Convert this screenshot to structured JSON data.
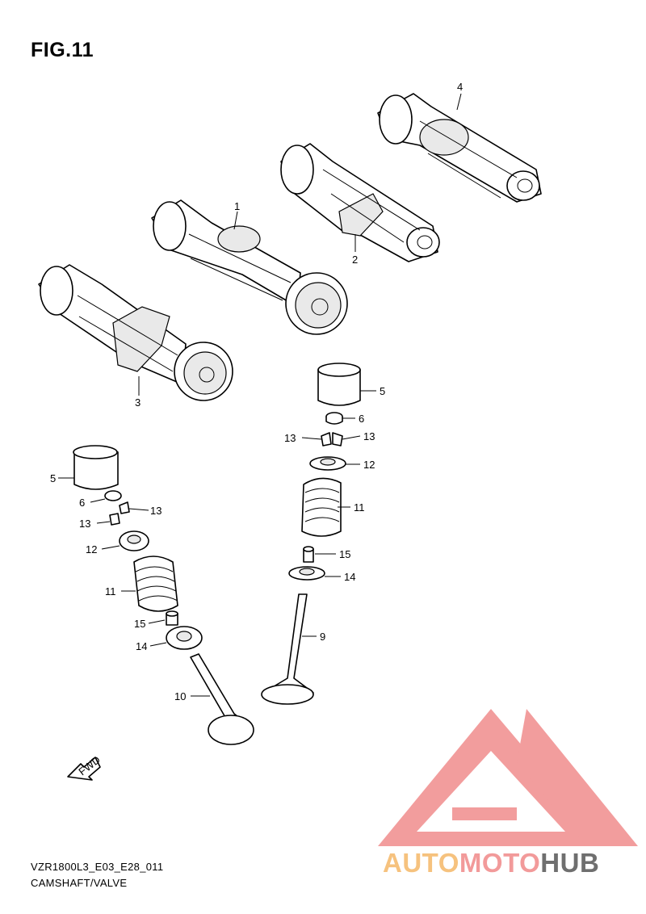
{
  "figure": {
    "title": "FIG.11"
  },
  "footer": {
    "model_code": "VZR1800L3_E03_E28_011",
    "caption": "CAMSHAFT/VALVE"
  },
  "fwd_label": "FWD",
  "callouts": {
    "c1": "1",
    "c2": "2",
    "c3": "3",
    "c4": "4",
    "c5a": "5",
    "c5b": "5",
    "c6a": "6",
    "c6b": "6",
    "c9": "9",
    "c10": "10",
    "c11a": "11",
    "c11b": "11",
    "c12a": "12",
    "c12b": "12",
    "c13a": "13",
    "c13b": "13",
    "c13c": "13",
    "c13d": "13",
    "c14a": "14",
    "c14b": "14",
    "c15a": "15",
    "c15b": "15"
  },
  "watermark": {
    "part1": "AUTO",
    "part2": "MOTO",
    "part3": "HUB",
    "colors": {
      "auto": "#f6c27e",
      "moto": "#f29a9a",
      "hub": "#6f6f6f"
    }
  }
}
